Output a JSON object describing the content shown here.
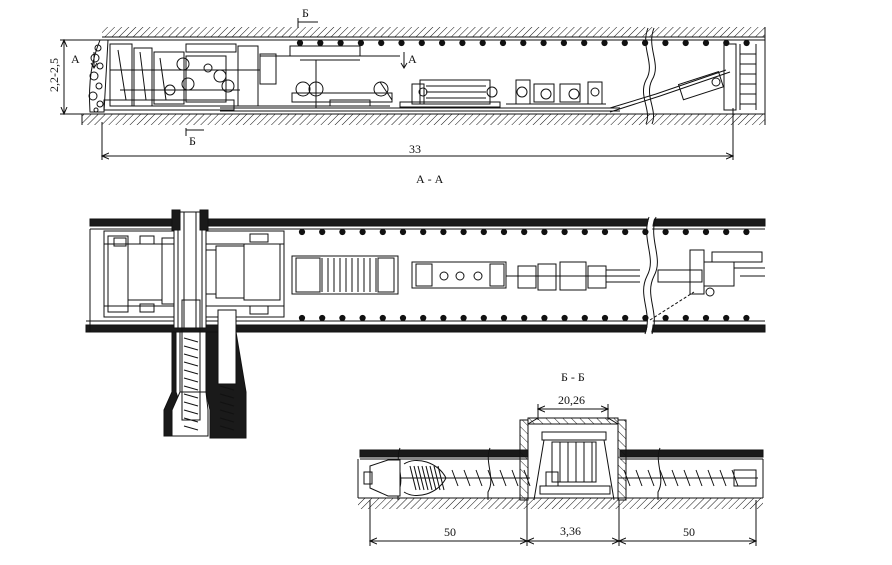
{
  "labels": {
    "section_a_mark": "А",
    "section_b_mark": "Б",
    "height_dim": "2,2-2,5",
    "length_dim": "33",
    "view_aa_title": "А - А",
    "view_bb_title": "Б - Б",
    "width_dim": "20,26",
    "left_span_dim": "50",
    "center_span_dim": "3,36",
    "right_span_dim": "50"
  },
  "colors": {
    "line": "#111111",
    "fill_dark": "#1a1a1a",
    "background": "#ffffff"
  }
}
